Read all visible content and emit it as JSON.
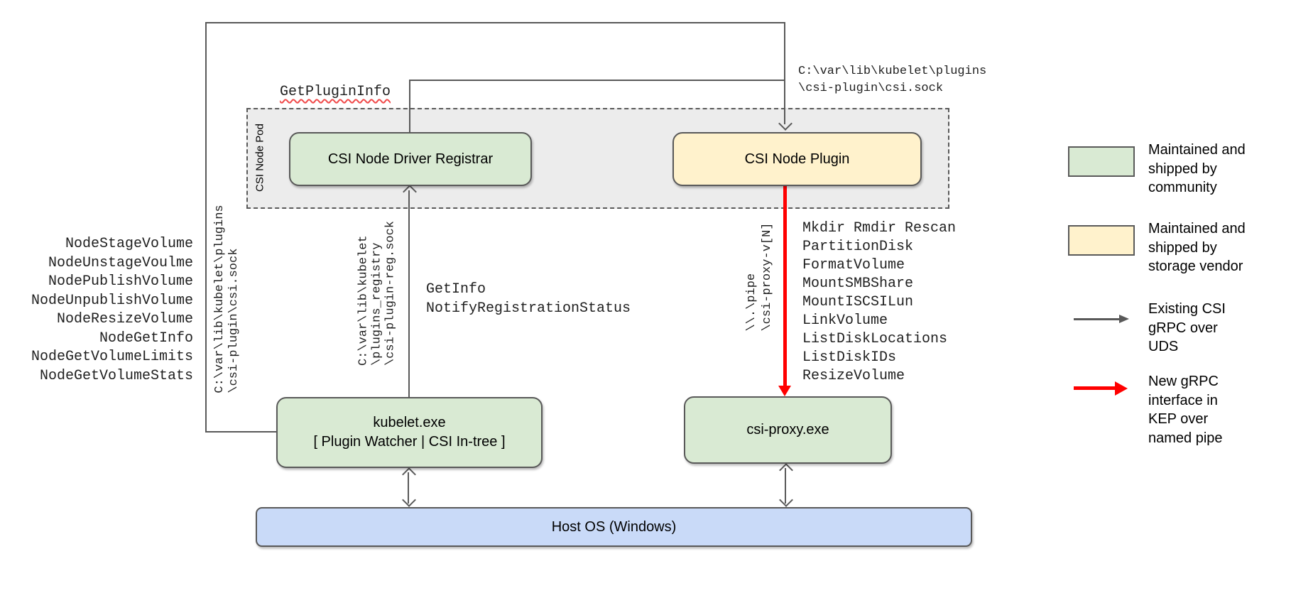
{
  "colors": {
    "community_green": "#d9ead3",
    "vendor_yellow": "#fff2cc",
    "host_blue": "#c9daf8",
    "pod_gray": "#ececec",
    "line_gray": "#595959",
    "new_interface_red": "#ff0000"
  },
  "pod": {
    "label": "CSI Node Pod"
  },
  "nodes": {
    "registrar": {
      "label": "CSI Node Driver Registrar"
    },
    "plugin": {
      "label": "CSI Node Plugin"
    },
    "kubelet": {
      "lines": [
        "kubelet.exe",
        "[ Plugin Watcher | CSI In-tree ]"
      ]
    },
    "csi_proxy": {
      "label": "csi-proxy.exe"
    },
    "host_os": {
      "label": "Host OS (Windows)"
    }
  },
  "edges": {
    "get_plugin_info_label": "GetPluginInfo",
    "csi_sock_path_top": [
      "C:\\var\\lib\\kubelet\\plugins",
      "\\csi-plugin\\csi.sock"
    ],
    "csi_sock_path_left": [
      "C:\\var\\lib\\kubelet\\plugins",
      "\\csi-plugin\\csi.sock"
    ],
    "registration_sock_path": [
      "C:\\var\\lib\\kubelet",
      "\\plugins_registry",
      "\\csi-plugin-reg.sock"
    ],
    "registration_calls": [
      "GetInfo",
      "NotifyRegistrationStatus"
    ],
    "named_pipe_path": [
      "\\\\.\\pipe",
      "\\csi-proxy-v[N]"
    ],
    "kubelet_csi_calls": [
      "NodeStageVolume",
      "NodeUnstageVoulme",
      "NodePublishVolume",
      "NodeUnpublishVolume",
      "NodeResizeVolume",
      "NodeGetInfo",
      "NodeGetVolumeLimits",
      "NodeGetVolumeStats"
    ],
    "csi_proxy_calls": [
      "Mkdir Rmdir Rescan",
      "PartitionDisk",
      "FormatVolume",
      "MountSMBShare",
      "MountISCSILun",
      "LinkVolume",
      "ListDiskLocations",
      "ListDiskIDs",
      "ResizeVolume"
    ]
  },
  "legend": {
    "community": [
      "Maintained and",
      "shipped by",
      "community"
    ],
    "vendor": [
      "Maintained and",
      "shipped by",
      "storage vendor"
    ],
    "existing_grpc": [
      "Existing CSI",
      "gRPC over",
      "UDS"
    ],
    "new_grpc": [
      "New gRPC",
      "interface in",
      "KEP over",
      "named pipe"
    ]
  }
}
